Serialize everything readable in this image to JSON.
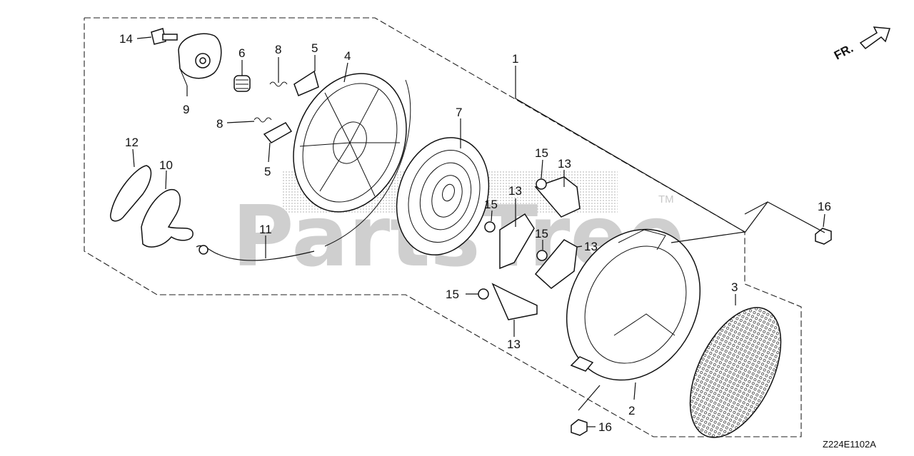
{
  "diagram": {
    "watermark": "PartsTree",
    "trademark": "TM",
    "direction_label": "FR.",
    "drawing_code": "Z224E1102A",
    "callouts": {
      "c1": "1",
      "c2": "2",
      "c3": "3",
      "c4": "4",
      "c5a": "5",
      "c5b": "5",
      "c6": "6",
      "c7": "7",
      "c8a": "8",
      "c8b": "8",
      "c9": "9",
      "c10": "10",
      "c11": "11",
      "c12": "12",
      "c13a": "13",
      "c13b": "13",
      "c13c": "13",
      "c13d": "13",
      "c14": "14",
      "c15a": "15",
      "c15b": "15",
      "c15c": "15",
      "c15d": "15",
      "c16a": "16",
      "c16b": "16"
    }
  }
}
